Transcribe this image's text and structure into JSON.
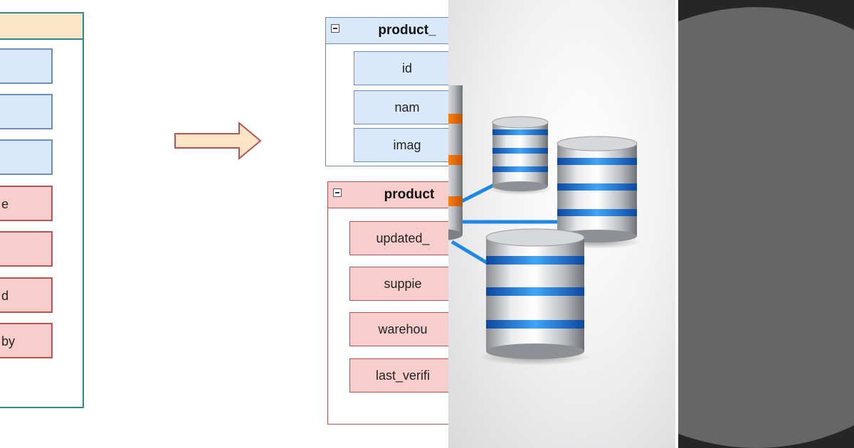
{
  "original_table": {
    "fields": [
      {
        "label": "",
        "color": "blue"
      },
      {
        "label": "",
        "color": "blue"
      },
      {
        "label": "",
        "color": "blue"
      },
      {
        "label": "e",
        "color": "red"
      },
      {
        "label": "",
        "color": "red"
      },
      {
        "label": "d",
        "color": "red"
      },
      {
        "label": "by",
        "color": "red"
      }
    ]
  },
  "table_a": {
    "title": "product_",
    "fields": [
      "id",
      "nam",
      "imag"
    ]
  },
  "table_b": {
    "title": "product",
    "fields": [
      "updated_",
      "suppie",
      "warehou",
      "last_verifi"
    ]
  },
  "colors": {
    "blue_fill": "#dae8fc",
    "blue_stroke": "#6c8ebf",
    "red_fill": "#f8cecc",
    "red_stroke": "#b85450",
    "header_fill": "#fce5c6",
    "teal_border": "#2e8b8b",
    "db_accent": "#1e88e5"
  },
  "icons": [
    "arrow-right-icon",
    "collapse-minus-icon",
    "database-server-icon"
  ]
}
